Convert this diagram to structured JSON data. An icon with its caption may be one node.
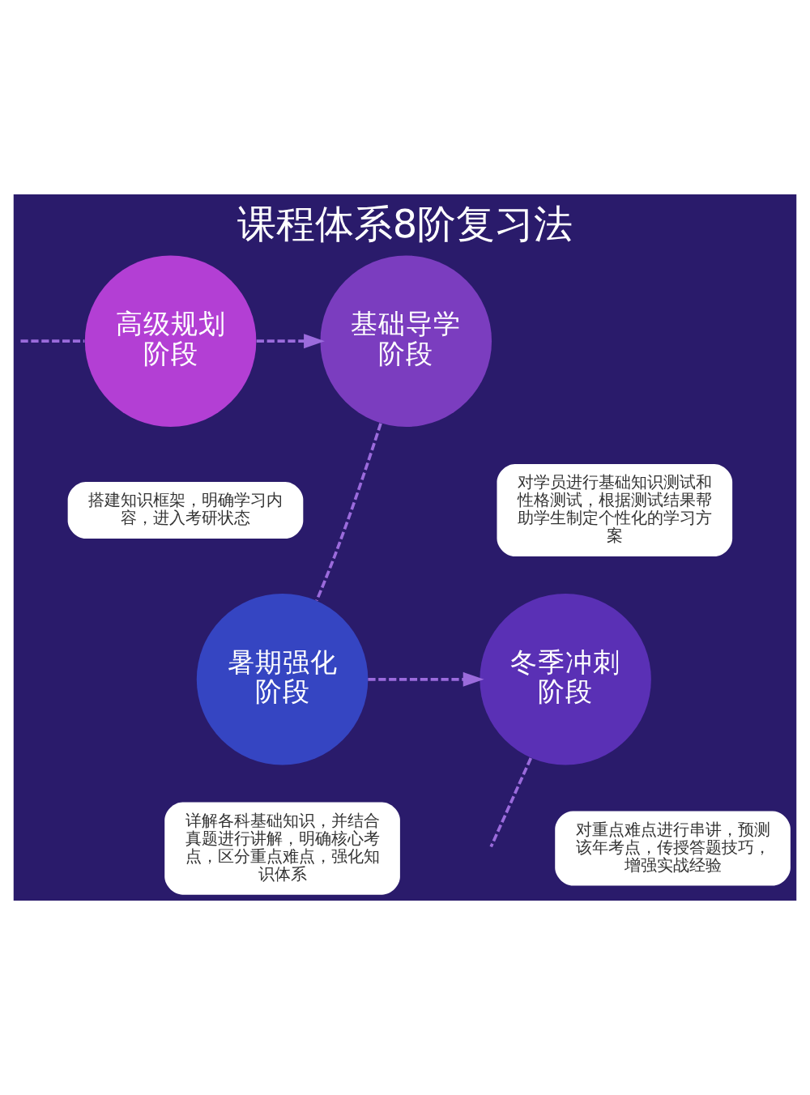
{
  "diagram": {
    "title": "课程体系8阶复习法",
    "nodes": [
      {
        "text": [
          "高级规划阶段"
        ]
      },
      {
        "text": [
          "基础导学阶段"
        ]
      },
      {
        "text": [
          "对学员进行基础知识测试和性格测试，根据测试结果帮助学生制定个性化的学习方案"
        ]
      },
      {
        "text": [
          "搭建知识框架，明确学习内容，进入考研状态"
        ]
      },
      {
        "text": [
          "冬季冲刺阶段"
        ]
      },
      {
        "text": [
          "暑期强化阶段"
        ]
      },
      {
        "text": [
          "对重点难点进行串讲，预测该年考点，传授答题技巧，增强实战经验"
        ]
      },
      {
        "text": [
          "详解各科基础知识，并结合真题进行讲解，明确核心考点，区分重点难点，强化知识体系"
        ]
      }
    ],
    "edges": [
      {
        "from": null,
        "to": 0,
        "arrow": "none",
        "style": "dashed"
      },
      {
        "from": 0,
        "to": 1,
        "arrow": "to",
        "style": "dashed"
      },
      {
        "from": 1,
        "to": 5,
        "arrow": "none",
        "style": "dashed"
      },
      {
        "from": 5,
        "to": 4,
        "arrow": "to",
        "style": "dashed"
      },
      {
        "from": 4,
        "to": null,
        "arrow": "none",
        "style": "dashed"
      }
    ]
  }
}
